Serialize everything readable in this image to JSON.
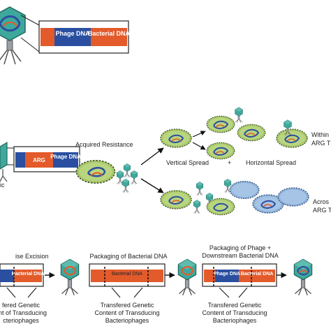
{
  "colors": {
    "phage_blue": "#2a4fa0",
    "bacterial_orange": "#e35a2b",
    "cell_green": "#a7c86a",
    "cell_blue": "#8fb3dc",
    "phage_teal": "#3fa89c",
    "outline": "#333333"
  },
  "top": {
    "phage_dna": "Phage DNA",
    "bacterial_dna": "Bacterial DNA"
  },
  "middle": {
    "arg": "ARG",
    "phage_dna": "Phage DNA",
    "left_partial": "ic",
    "acquired_resistance": "Acquired Resistance",
    "vertical_spread": "Vertical Spread",
    "plus": "+",
    "horizontal_spread": "Horizontal Spread",
    "within_arg_1": "Within",
    "within_arg_2": "ARG T",
    "across_arg_1": "Acros",
    "across_arg_2": "ARG T"
  },
  "bottom": {
    "panel1_title": "ise Excision",
    "panel1_bacterial": "Bacterial DNA",
    "panel1_caption_1": "fered Genetic",
    "panel1_caption_2": "ent of Transducing",
    "panel1_caption_3": "cteriophages",
    "panel2_title": "Packaging of Bacterial DNA",
    "panel2_bacterial": "Bacterial DNA",
    "panel2_caption_1": "Transfered Genetic",
    "panel2_caption_2": "Content of Transducing",
    "panel2_caption_3": "Bacteriophages",
    "panel3_title_1": "Packaging of Phage +",
    "panel3_title_2": "Downstream Bacterial DNA",
    "panel3_phage": "Phage DNA",
    "panel3_bacterial": "Bacterial DNA",
    "panel3_caption_1": "Transfered Genetic",
    "panel3_caption_2": "Content of Transducing",
    "panel3_caption_3": "Bacteriophages"
  }
}
